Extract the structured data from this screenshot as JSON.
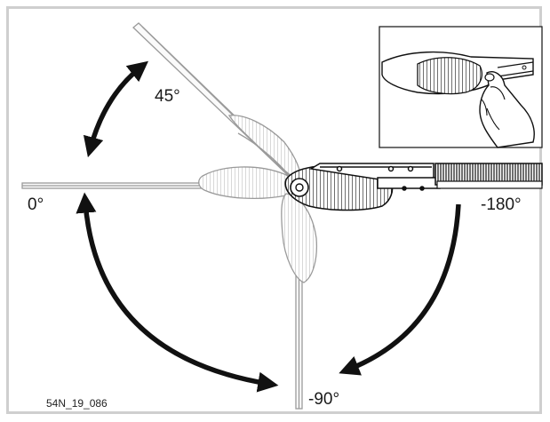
{
  "figure": {
    "code": "54N_19_086",
    "labels": {
      "deg_45": "45°",
      "deg_0": "0°",
      "deg_neg180": "-180°",
      "deg_neg90": "-90°"
    }
  },
  "colors": {
    "arrow": "#111111",
    "outline": "#9a9a9a",
    "shaded": "#bdbdbd",
    "frame": "#cfcfcf"
  }
}
